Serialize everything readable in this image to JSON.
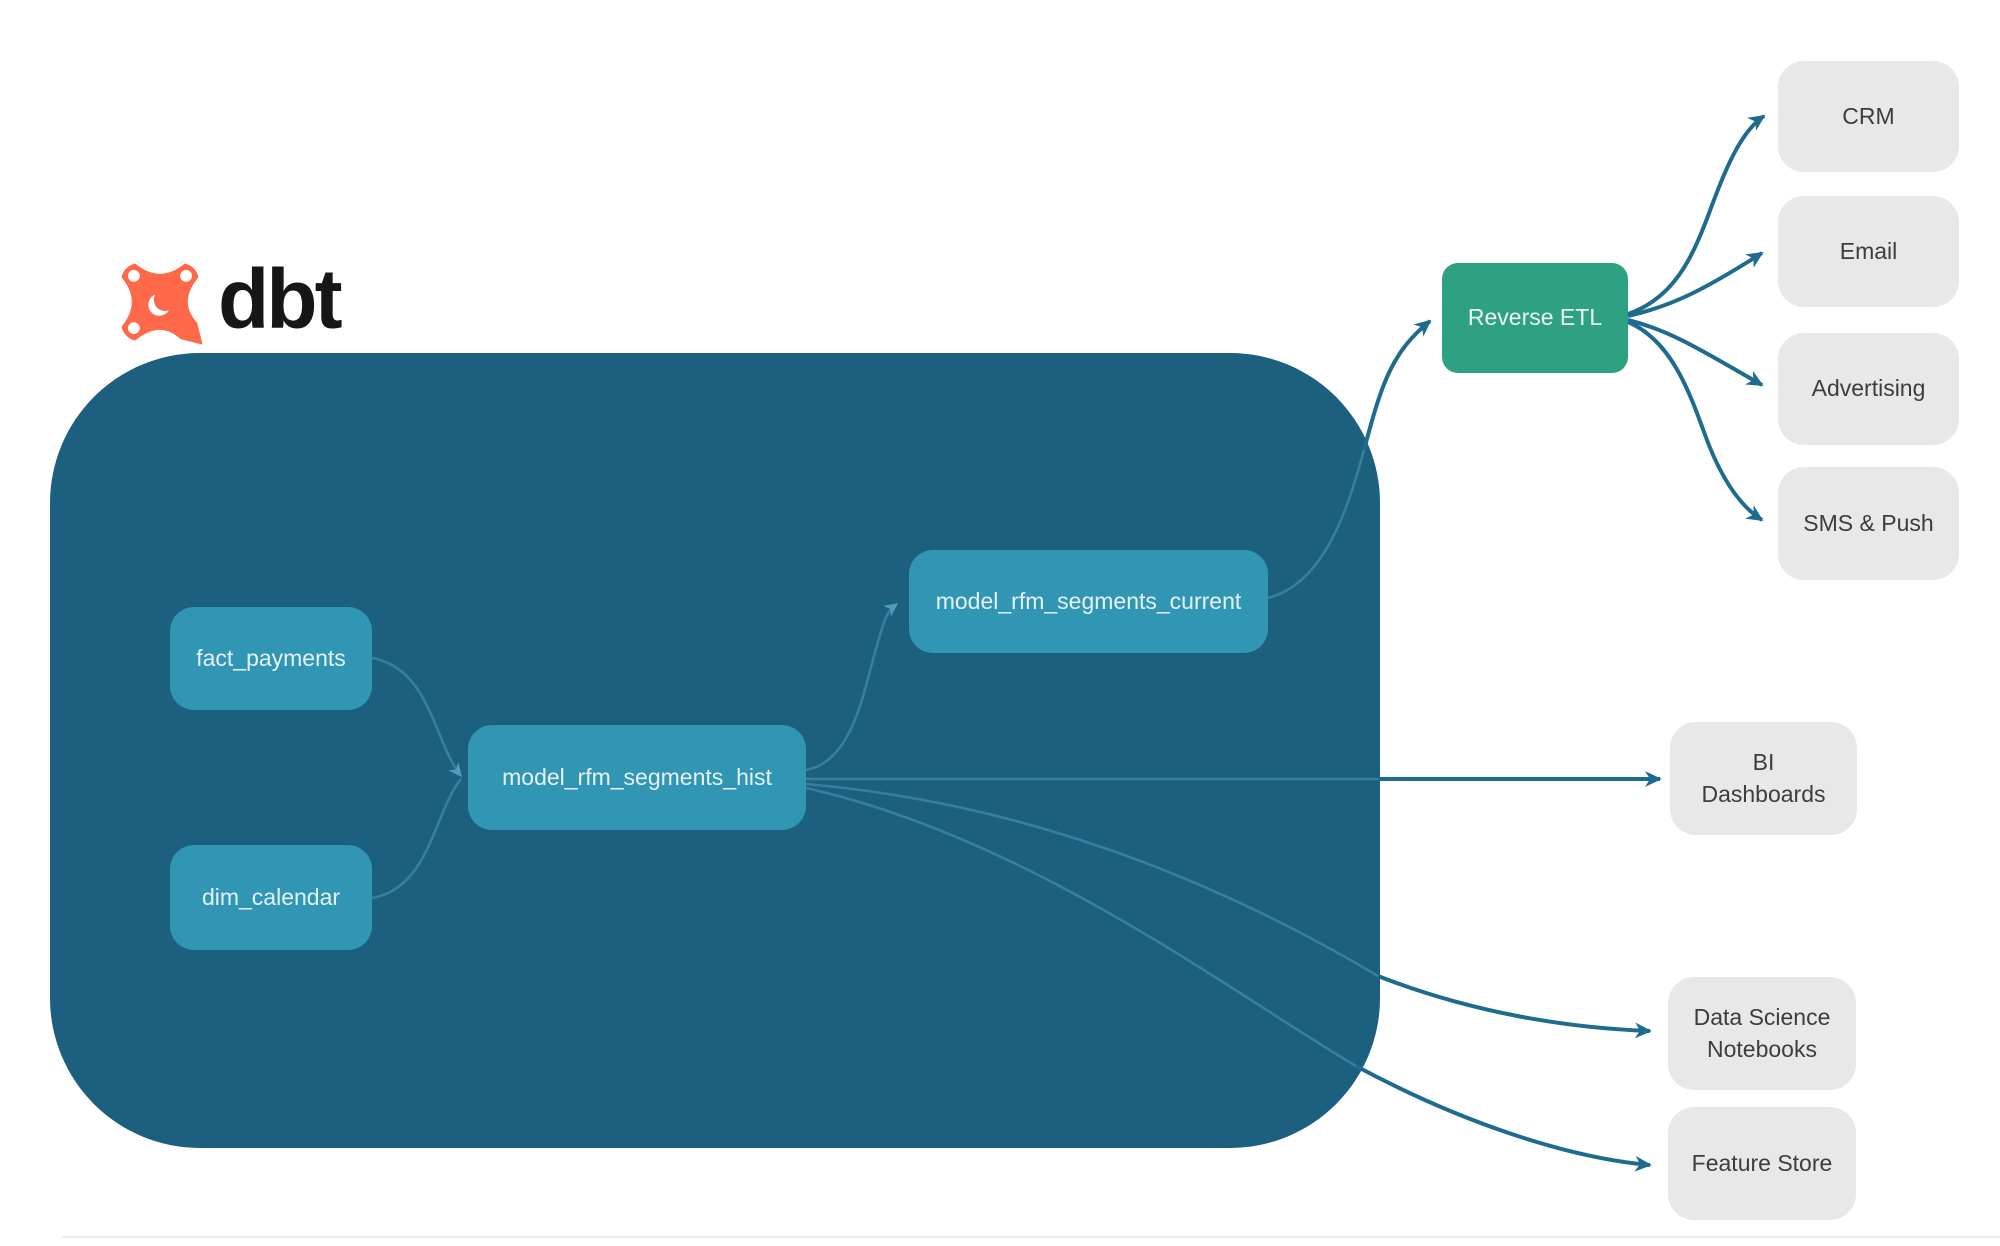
{
  "logo": {
    "brand": "dbt",
    "icon": "dbt-supernova-icon"
  },
  "colors": {
    "group_background": "#1d5f7f",
    "model_node": "#3196b4",
    "reverse_etl_node": "#2fa183",
    "destination_node": "#e8e8e8",
    "destination_text": "#3d3d3d",
    "arrow_outside": "#1d6b8e",
    "arrow_inside": "#35809e",
    "logo_orange": "#ff694a"
  },
  "nodes": {
    "fact_payments": {
      "label": "fact_payments"
    },
    "dim_calendar": {
      "label": "dim_calendar"
    },
    "hist": {
      "label": "model_rfm_segments_hist"
    },
    "current": {
      "label": "model_rfm_segments_current"
    },
    "reverse_etl": {
      "label": "Reverse ETL"
    },
    "crm": {
      "label": "CRM"
    },
    "email": {
      "label": "Email"
    },
    "advertising": {
      "label": "Advertising"
    },
    "sms_push": {
      "label": "SMS & Push"
    },
    "bi_dashboards": {
      "label": "BI Dashboards"
    },
    "data_science_notebooks": {
      "label": "Data Science Notebooks"
    },
    "feature_store": {
      "label": "Feature Store"
    }
  },
  "edges": [
    {
      "from": "fact_payments",
      "to": "model_rfm_segments_hist"
    },
    {
      "from": "dim_calendar",
      "to": "model_rfm_segments_hist"
    },
    {
      "from": "model_rfm_segments_hist",
      "to": "model_rfm_segments_current"
    },
    {
      "from": "model_rfm_segments_current",
      "to": "reverse_etl"
    },
    {
      "from": "reverse_etl",
      "to": "crm"
    },
    {
      "from": "reverse_etl",
      "to": "email"
    },
    {
      "from": "reverse_etl",
      "to": "advertising"
    },
    {
      "from": "reverse_etl",
      "to": "sms_push"
    },
    {
      "from": "model_rfm_segments_hist",
      "to": "bi_dashboards"
    },
    {
      "from": "model_rfm_segments_hist",
      "to": "data_science_notebooks"
    },
    {
      "from": "model_rfm_segments_hist",
      "to": "feature_store"
    }
  ]
}
